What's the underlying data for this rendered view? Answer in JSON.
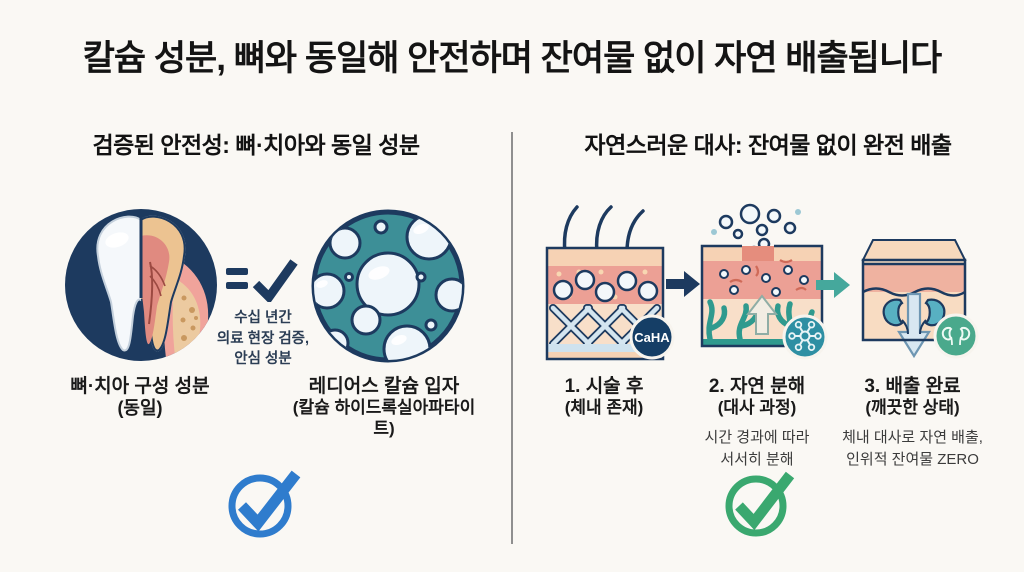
{
  "title": "칼슘 성분, 뼈와 동일해 안전하며 잔여물 없이 자연 배출됩니다",
  "left": {
    "header": "검증된 안전성: 뼈·치아와 동일 성분",
    "note_lines": [
      "수십 년간",
      "의료 현장 검증,",
      "안심 성분"
    ],
    "tooth_label": "뼈·치아 구성 성분",
    "tooth_sublabel": "(동일)",
    "particle_label": "레디어스 칼슘 입자",
    "particle_sublabel": "(칼슘 하이드록실아파타이트)"
  },
  "right": {
    "header": "자연스러운 대사: 잔여물 없이 완전 배출",
    "caha_badge": "CaHA",
    "steps": [
      {
        "title": "1. 시술 후",
        "subtitle": "(체내 존재)"
      },
      {
        "title": "2. 자연 분해",
        "subtitle": "(대사 과정)",
        "note_lines": [
          "시간 경과에 따라",
          "서서히 분해"
        ]
      },
      {
        "title": "3. 배출 완료",
        "subtitle": "(깨끗한 상태)",
        "note_lines": [
          "체내 대사로 자연 배출,",
          "인위적 잔여물 ZERO"
        ]
      }
    ]
  },
  "colors": {
    "background": "#faf8f4",
    "navy": "#1d3a5f",
    "particle_teal": "#3d8f97",
    "vessel_teal": "#2f9a8e",
    "arrow_teal": "#45a89c",
    "blue_check": "#2f7ccd",
    "green_check": "#3aa86f",
    "skin_light": "#f8dfc9",
    "skin_band": "#f6d2b4",
    "dermis_pink": "#eca095"
  }
}
